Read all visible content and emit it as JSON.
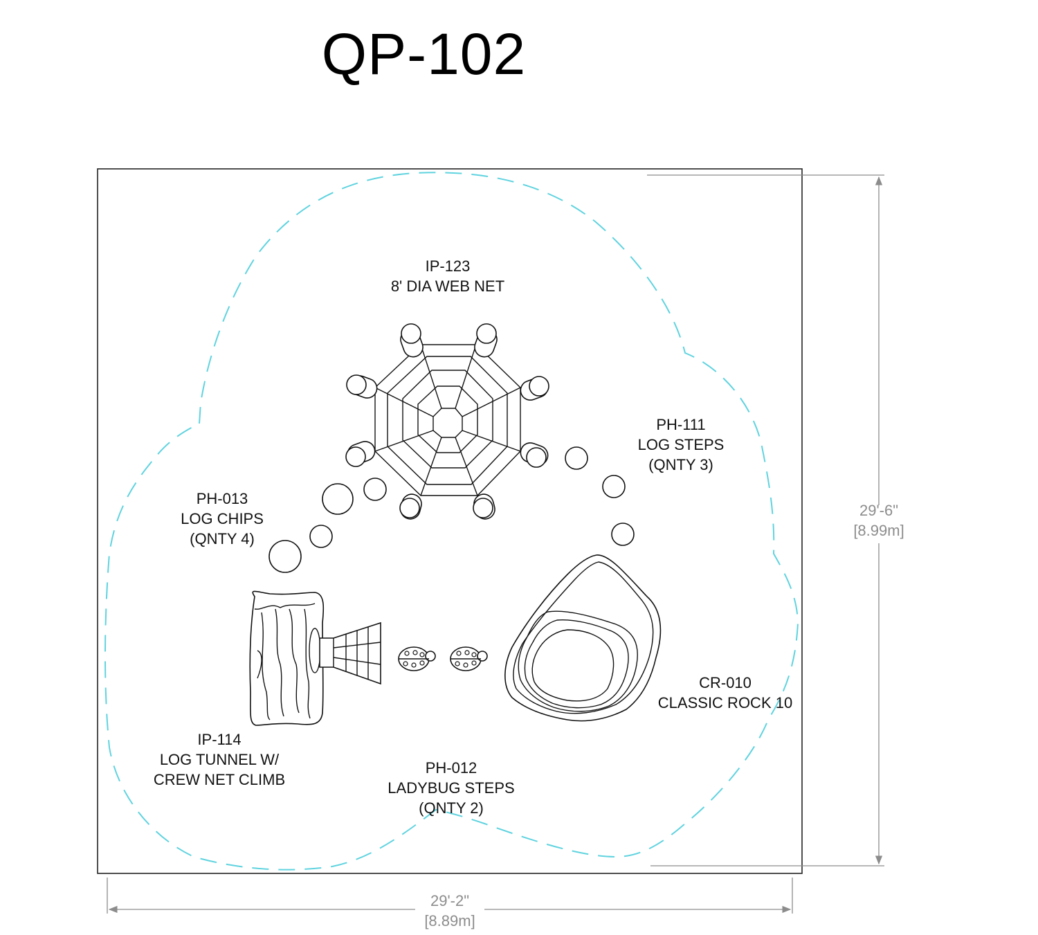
{
  "title": "QP-102",
  "colors": {
    "safety_zone": "#5fd3df",
    "dimension": "#8c8c8c",
    "lines": "#111111"
  },
  "components": [
    {
      "code": "IP-123",
      "name": "8' DIA WEB NET"
    },
    {
      "code": "PH-111",
      "name": "LOG STEPS",
      "qty": "(QNTY 3)"
    },
    {
      "code": "PH-013",
      "name": "LOG CHIPS",
      "qty": "(QNTY 4)"
    },
    {
      "code": "CR-010",
      "name": "CLASSIC ROCK 10"
    },
    {
      "code": "IP-114",
      "name": "LOG TUNNEL W/",
      "name2": "CREW NET CLIMB"
    },
    {
      "code": "PH-012",
      "name": "LADYBUG STEPS",
      "qty": "(QNTY 2)"
    }
  ],
  "dimensions": {
    "height": {
      "imperial": "29'-6\"",
      "metric": "[8.99m]"
    },
    "width": {
      "imperial": "29'-2\"",
      "metric": "[8.89m]"
    }
  }
}
